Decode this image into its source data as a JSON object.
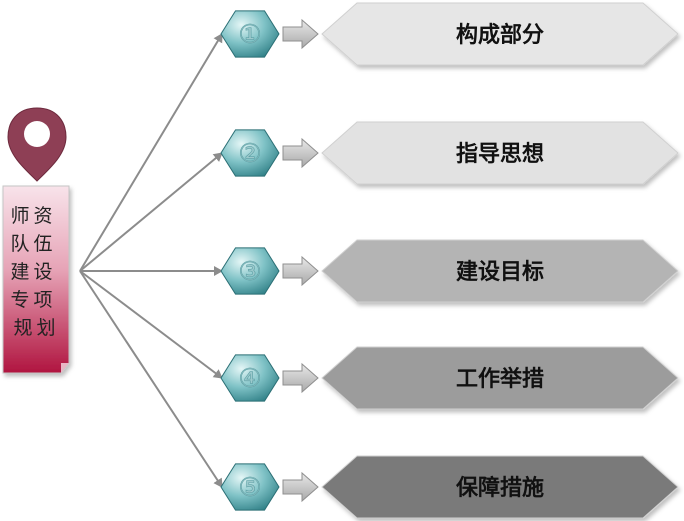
{
  "source": {
    "title": "师资队伍建设专项规划",
    "columns": [
      "资伍设项划",
      "师队建专规"
    ]
  },
  "items": [
    {
      "number": "①",
      "label": "构成部分"
    },
    {
      "number": "②",
      "label": "指导思想"
    },
    {
      "number": "③",
      "label": "建设目标"
    },
    {
      "number": "④",
      "label": "工作举措"
    },
    {
      "number": "⑤",
      "label": "保障措施"
    }
  ],
  "colors": {
    "pin": "#8e3f55",
    "panel_top": "#f7dbe3",
    "panel_bottom": "#b0143f",
    "hex_light": "#d6eff0",
    "hex_dark": "#2f8a92",
    "banners": [
      "#e6e6e6",
      "#e2e2e2",
      "#b4b4b4",
      "#9c9c9c",
      "#7a7a7a"
    ]
  }
}
